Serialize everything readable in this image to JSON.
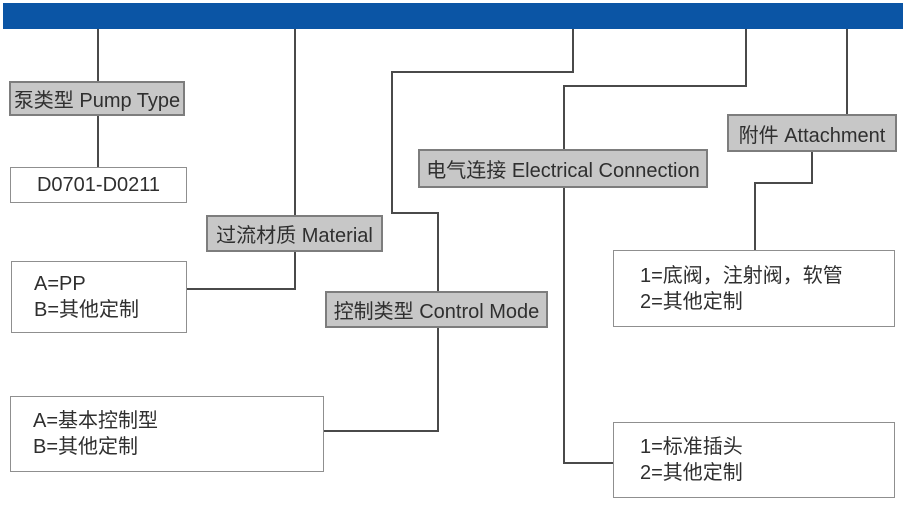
{
  "theme": {
    "bar_blue": "#0b55a5",
    "label_fill": "#c7c7c7",
    "label_border": "#7d7d7d",
    "box_border": "#8f8f8f",
    "line_color": "#4a4a4a",
    "text_color": "#2f2f2f"
  },
  "diagram": {
    "labels": {
      "pump_type": "泵类型 Pump Type",
      "material": "过流材质 Material",
      "control_mode": "控制类型 Control Mode",
      "electrical_connection": "电气连接 Electrical Connection",
      "attachment": "附件 Attachment"
    },
    "boxes": {
      "pump_type_code": "D0701-D0211",
      "material_options": [
        "A=PP",
        "B=其他定制"
      ],
      "control_mode_options": [
        "A=基本控制型",
        "B=其他定制"
      ],
      "attachment_options": [
        "1=底阀，注射阀，软管",
        "2=其他定制"
      ],
      "electrical_options": [
        "1=标准插头",
        "2=其他定制"
      ]
    }
  }
}
